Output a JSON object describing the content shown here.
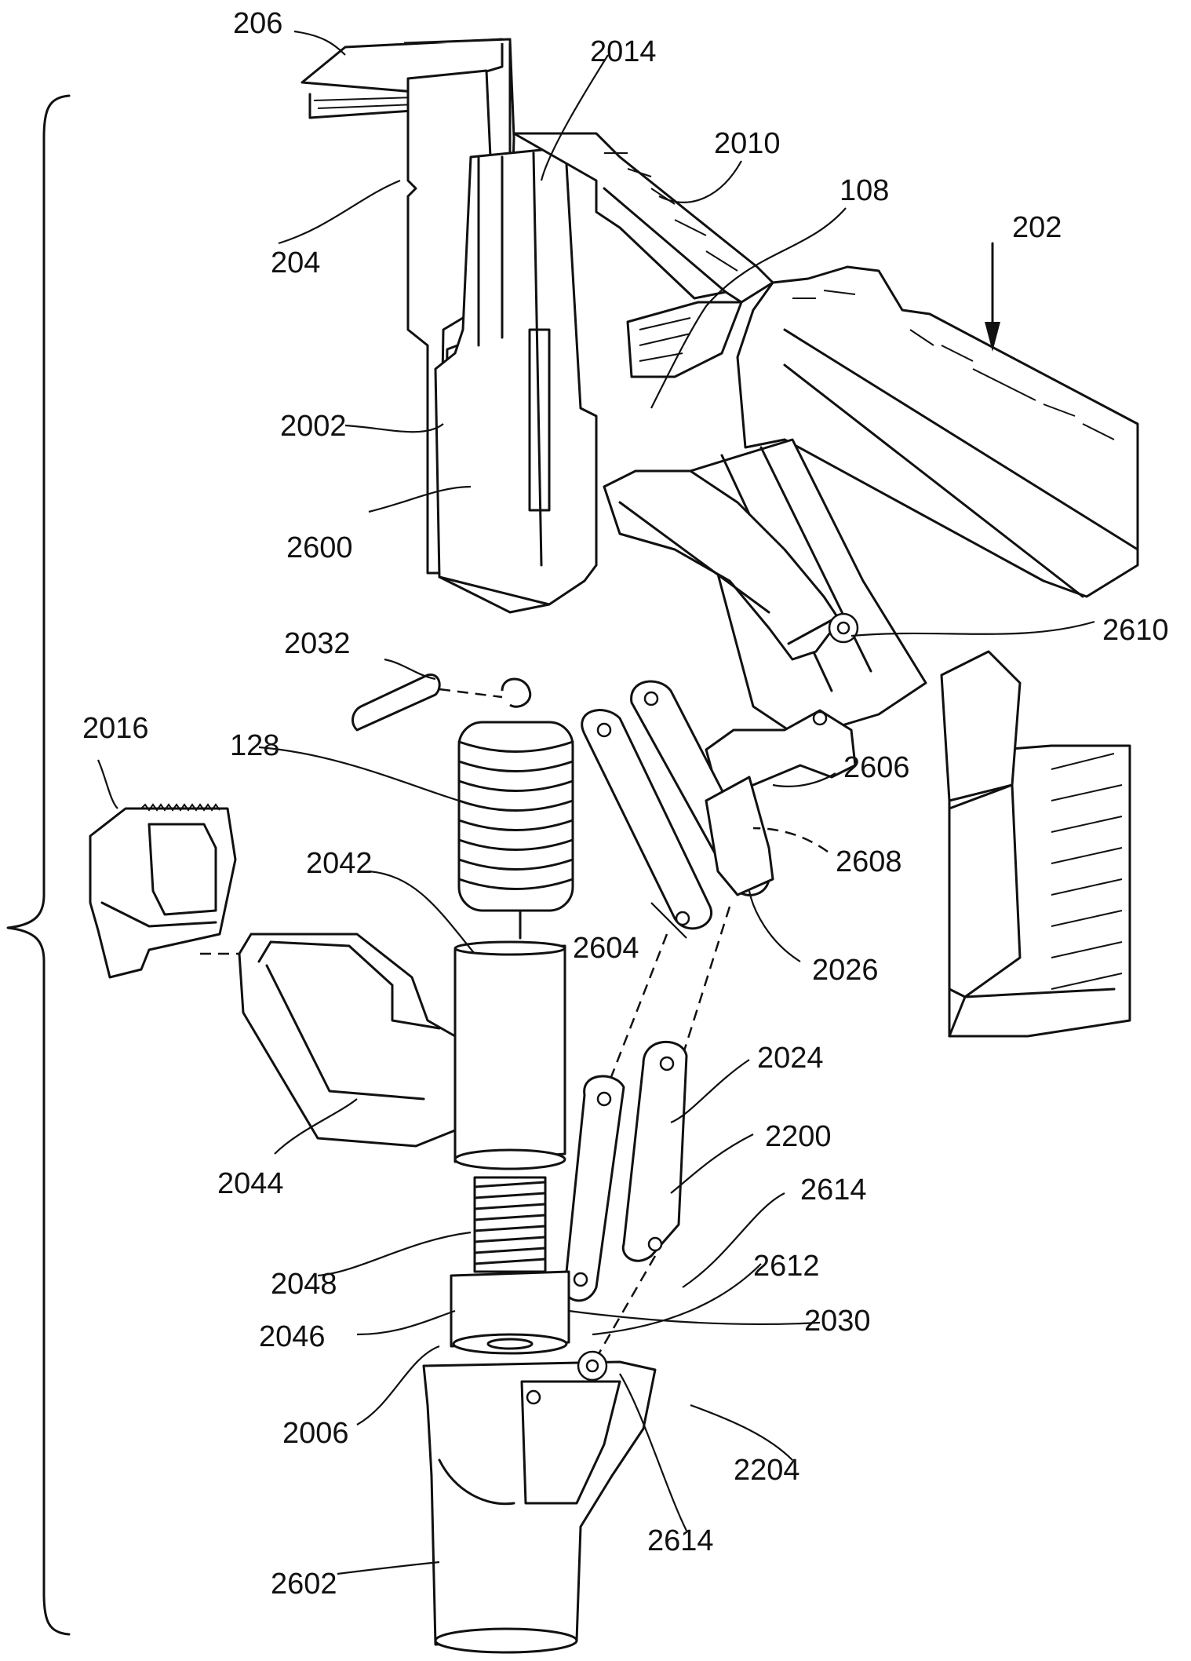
{
  "figure": {
    "labels": [
      {
        "id": "206",
        "text": "206"
      },
      {
        "id": "2014",
        "text": "2014"
      },
      {
        "id": "2010",
        "text": "2010"
      },
      {
        "id": "108",
        "text": "108"
      },
      {
        "id": "202",
        "text": "202"
      },
      {
        "id": "204",
        "text": "204"
      },
      {
        "id": "2002",
        "text": "2002"
      },
      {
        "id": "2600",
        "text": "2600"
      },
      {
        "id": "2610",
        "text": "2610"
      },
      {
        "id": "2032",
        "text": "2032"
      },
      {
        "id": "2016",
        "text": "2016"
      },
      {
        "id": "128",
        "text": "128"
      },
      {
        "id": "2606",
        "text": "2606"
      },
      {
        "id": "2608",
        "text": "2608"
      },
      {
        "id": "2042",
        "text": "2042"
      },
      {
        "id": "2604",
        "text": "2604"
      },
      {
        "id": "2026",
        "text": "2026"
      },
      {
        "id": "2024",
        "text": "2024"
      },
      {
        "id": "2200",
        "text": "2200"
      },
      {
        "id": "2044",
        "text": "2044"
      },
      {
        "id": "2614a",
        "text": "2614"
      },
      {
        "id": "2048",
        "text": "2048"
      },
      {
        "id": "2612",
        "text": "2612"
      },
      {
        "id": "2030",
        "text": "2030"
      },
      {
        "id": "2046",
        "text": "2046"
      },
      {
        "id": "2006",
        "text": "2006"
      },
      {
        "id": "2204",
        "text": "2204"
      },
      {
        "id": "2614b",
        "text": "2614"
      },
      {
        "id": "2602",
        "text": "2602"
      }
    ]
  }
}
